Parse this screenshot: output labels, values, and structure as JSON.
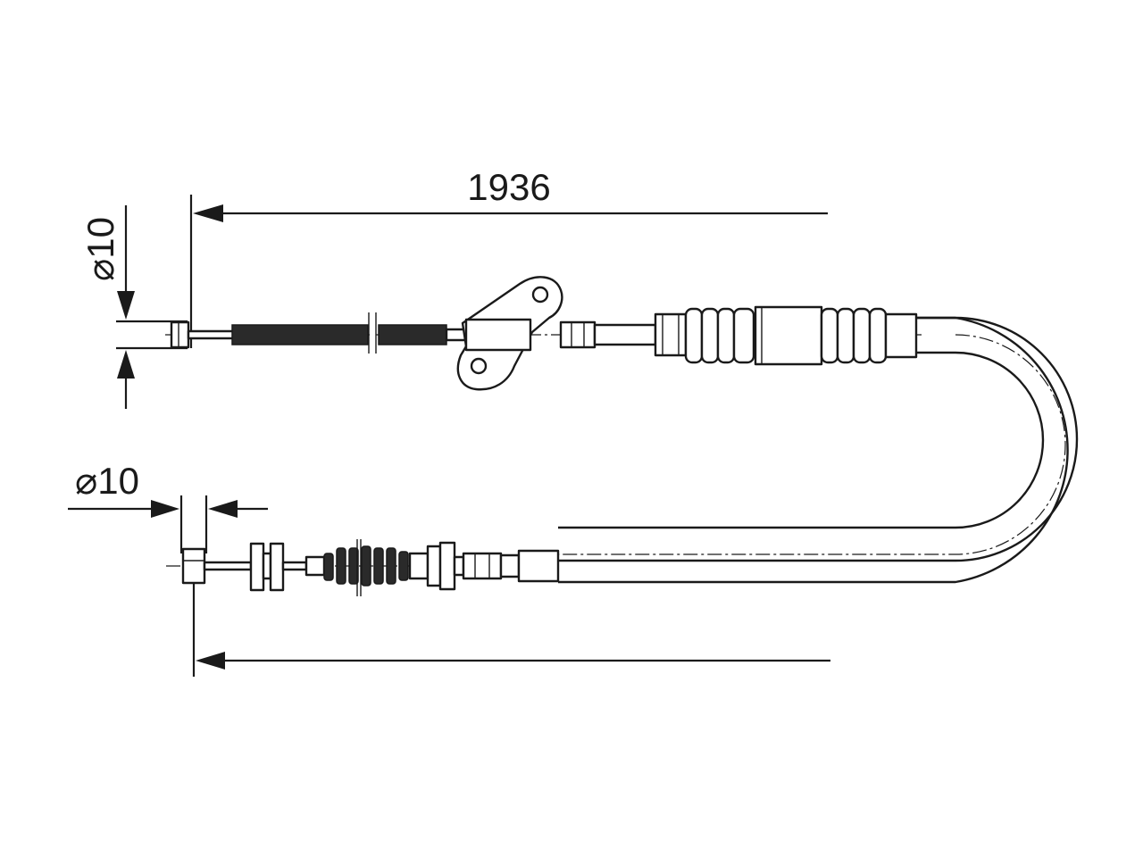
{
  "dimensions": {
    "length": "1936",
    "diameter_top": "⌀10",
    "diameter_bottom": "⌀10"
  },
  "colors": {
    "line": "#1a1a1a",
    "background": "#ffffff"
  }
}
